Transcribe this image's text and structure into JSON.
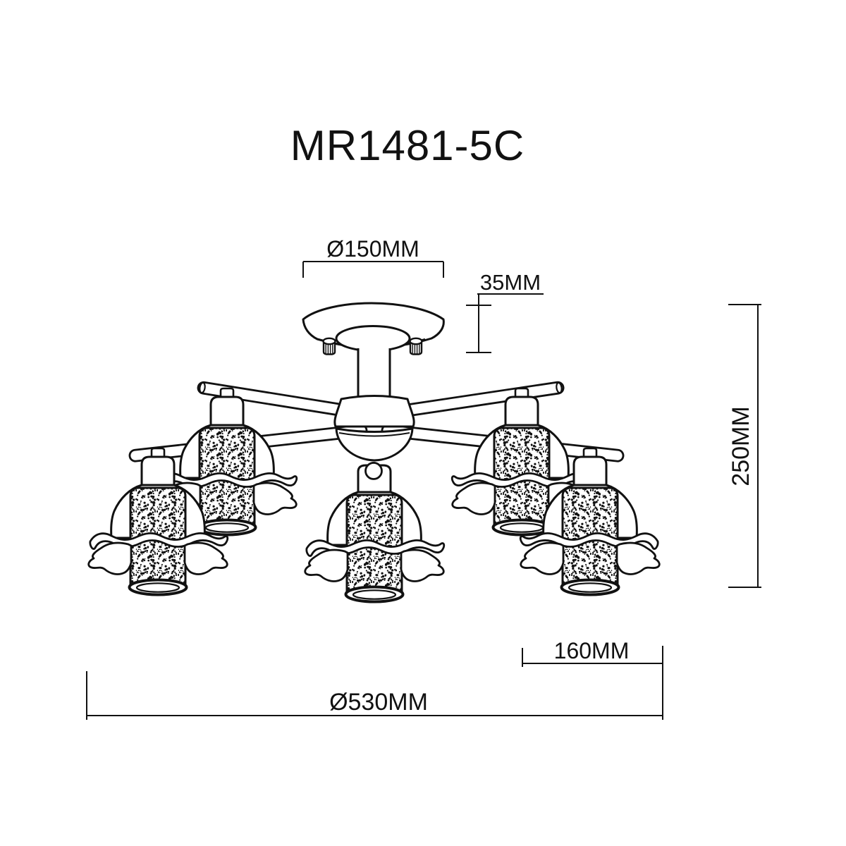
{
  "product": {
    "model": "MR1481-5C"
  },
  "dimensions": {
    "canopy_diameter": "Ø150MM",
    "canopy_height": "35MM",
    "fixture_height": "250MM",
    "arm_offset": "160MM",
    "fixture_diameter": "Ø530MM"
  },
  "style": {
    "line_color": "#111111",
    "background": "#ffffff"
  }
}
